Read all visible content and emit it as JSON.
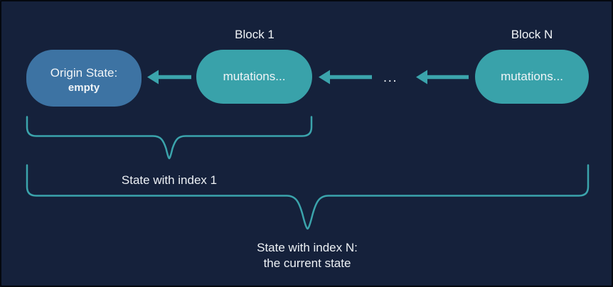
{
  "colors": {
    "background": "#15213B",
    "accent": "#3BA4AC",
    "node_teal": "#39A2AA",
    "node_blue": "#3D73A3",
    "text": "#F0F4F7"
  },
  "nodes": {
    "origin": {
      "title": "Origin State:",
      "subtitle": "empty"
    },
    "block1": {
      "caption": "Block 1",
      "label": "mutations..."
    },
    "blockN": {
      "caption": "Block N",
      "label": "mutations..."
    }
  },
  "connectors": {
    "ellipsis": "..."
  },
  "annotations": {
    "state1": {
      "label": "State with index 1"
    },
    "stateN": {
      "line1": "State with index N:",
      "line2": "the current state"
    }
  }
}
